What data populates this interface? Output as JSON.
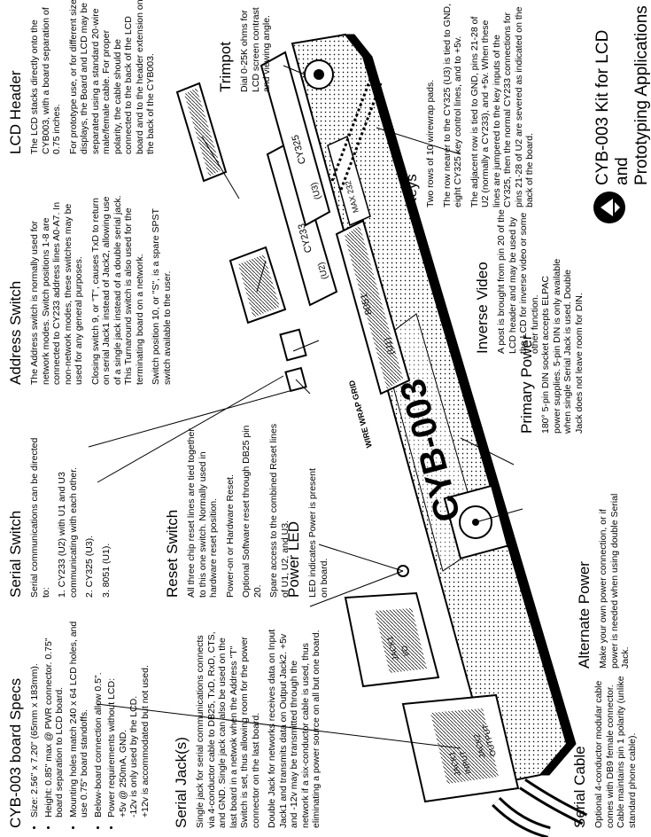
{
  "title": {
    "line1": "CYB-003 Kit for LCD and",
    "line2": "Prototyping Applications"
  },
  "specs": {
    "heading": "CYB-003 board Specs",
    "items": [
      "Size: 2.56\" x 7.20\" (65mm x 183mm).",
      "Height: 0.85\" max @ PWR connector. 0.75\" board separation to LCD board.",
      "Mounting holes match 240 x 64 LCD holes, and use 0.75\" board standoffs.",
      "Below-board connection allow 0.5\".",
      "Power requirements without LCD:",
      "+5v @ 250mA, GND.",
      "-12v is only used by the LCD.",
      "+12v is accommodated but not used."
    ]
  },
  "serial_jack": {
    "heading": "Serial Jack(s)",
    "p1": "Single jack for serial communications connects via 4-conductor cable to DB25, TxD, RxD, CTS, and GND. Single jack can also be used on the last board in a netwok when the Address \"T\" Switch is set, thus allowing room for the power connector on the last board.",
    "p2": "Double Jack for networks receives data on Input Jack1 and transmits data on Output Jack2.  +5v and -12v may be transmitted through the network if a six-conductor cable is used, thus eliminating a power source on all but one board."
  },
  "serial_cable": {
    "heading": "Serial Cable",
    "text": "Optional 4-conductor modular cable comes with DB9 female connector.  Cable maintains pin 1 polarity (unlike standard phone cable)."
  },
  "serial_switch": {
    "heading": "Serial Switch",
    "intro": "Serial communications can be directed to:",
    "opt1": "1. CY233 (U2) with U1 and U3 communicating with each other.",
    "opt2": "2. CY325 (U3).",
    "opt3": "3. 8051 (U1)."
  },
  "reset_switch": {
    "heading": "Reset Switch",
    "p1": "All three chip reset lines are tied together to this one switch. Normally used in hardware reset position.",
    "p2": "Power-on or Hardware Reset.",
    "p3": "Optional Software reset through DB25 pin 20.",
    "p4": "Spare access to the combined Reset lines of U1, U2, and U3."
  },
  "power_led": {
    "heading": "Power LED",
    "text": "LED indicates Power is present on board."
  },
  "alternate_power": {
    "heading": "Alternate Power",
    "text": "Make your own power connection, or if power is needed when using double Serial Jack."
  },
  "address_switch": {
    "heading": "Address Switch",
    "p1": "The Address switch is normally used for network modes. Switch positions 1-8 are connected to CY233 address lines A0-A7. In non-network modes, these switches may be used for any general purposes.",
    "p2": "Closing switch 9, or \"T\", causes TxD to return on serial Jack1 instead of Jack2, allowing use of a single jack instead of a double serial jack. This Turnaround switch is also used for the terminating board on a network.",
    "p3": "Switch position 10, or \"S\", is a spare SPST switch available to the user."
  },
  "primary_power": {
    "heading": "Primary Power",
    "text": "180° 5-pin DIN socket accepts ELPAC power supplies. 5-pin DIN is only available when single Serial Jack is used. Double Jack does not leave room for DIN."
  },
  "inverse_video": {
    "heading": "Inverse Video",
    "text": "A post is brought from pin 20 of the LCD header and may be used by the LCD for inverse video or some other function."
  },
  "lcd_header": {
    "heading": "LCD Header",
    "p1": "The LCD stacks directly onto the CYB003, with a board separation of 0.75 inches.",
    "p2": "For prototype use, or for different size displays, the Board and LCD may be separated using a standard 20-wire male/female cable. For proper polarity, the cable should be connected to the back of the LCD board and to the header extension on the back of the CYB003."
  },
  "trimpot": {
    "heading": "Trimpot",
    "text": "Dial 0-25K ohms for LCD screen contrast and viewing angle."
  },
  "keys": {
    "heading": "Keys",
    "p1": "Two rows of 10 wirewrap pads.",
    "p2": "The row nearer to the CY325 (U3) is tied to GND, eight CY325 key control lines, and to +5v.",
    "p3": "The adjacent row is tied to GND, pins 21-28 of U2 (normally a CY233), and +5v.  When these lines are jumpered to the key inputs of the CY325, then the normal CY233 connections for pins 21-28 of U2 are severed as indicated on the back of the board."
  },
  "board_labels": {
    "brand": "CYB-003",
    "wire_wrap": "WIRE WRAP GRID",
    "u1_chip": "8051",
    "u1_ref": "(U1)",
    "u2_chip": "CY233",
    "u2_ref": "(U2)",
    "u3_chip": "CY325",
    "u3_ref": "(U3)",
    "max232": "MAX 232",
    "jack1": "JACK1",
    "jack1_io": "I/O",
    "jack1_in": "JACK1",
    "jack1_input": "INPUT",
    "jack2": "JACK2",
    "jack2_output": "OUTPUT"
  },
  "colors": {
    "ink": "#000000",
    "paper": "#ffffff"
  }
}
